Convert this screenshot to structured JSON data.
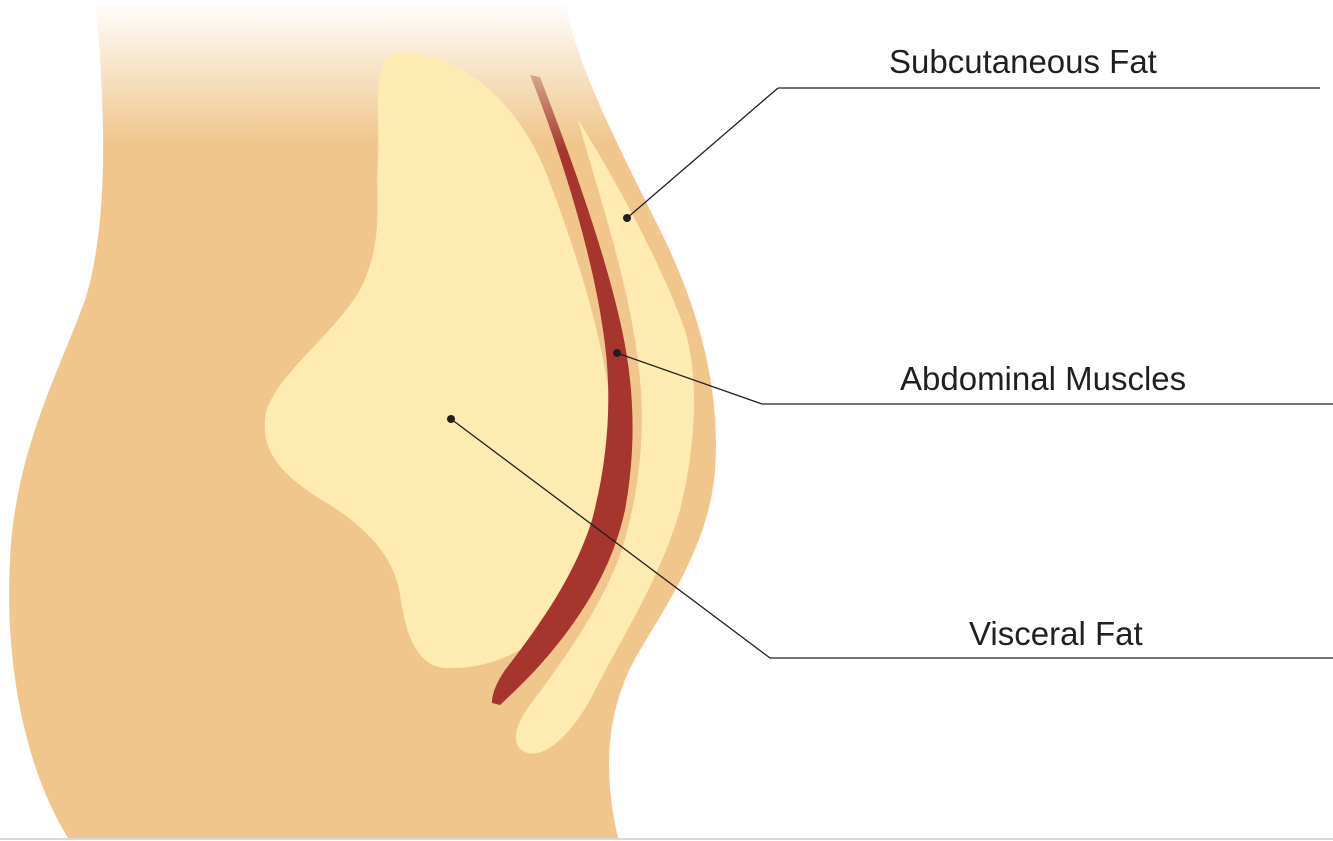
{
  "labels": {
    "subcutaneous_fat": "Subcutaneous Fat",
    "abdominal_muscles": "Abdominal Muscles",
    "visceral_fat": "Visceral Fat"
  },
  "colors": {
    "body": "#f0c68c",
    "fat": "#fdebb2",
    "muscle": "#a5352d",
    "leader_line": "#231f20",
    "text": "#231f20"
  }
}
